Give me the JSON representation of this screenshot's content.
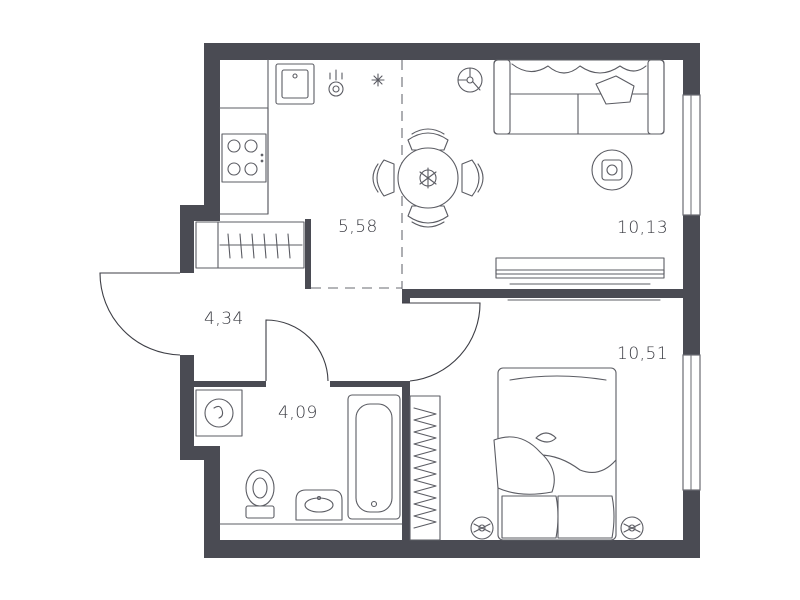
{
  "plan": {
    "colors": {
      "wall": "#4a4b53",
      "fixture_line": "#5b5c63",
      "label": "#3a3b42",
      "background": "#ffffff"
    },
    "rooms": [
      {
        "id": "kitchen",
        "area": "5,58"
      },
      {
        "id": "living-room",
        "area": "10,13"
      },
      {
        "id": "hallway",
        "area": "4,34"
      },
      {
        "id": "bathroom",
        "area": "4,09"
      },
      {
        "id": "bedroom",
        "area": "10,51"
      }
    ]
  }
}
